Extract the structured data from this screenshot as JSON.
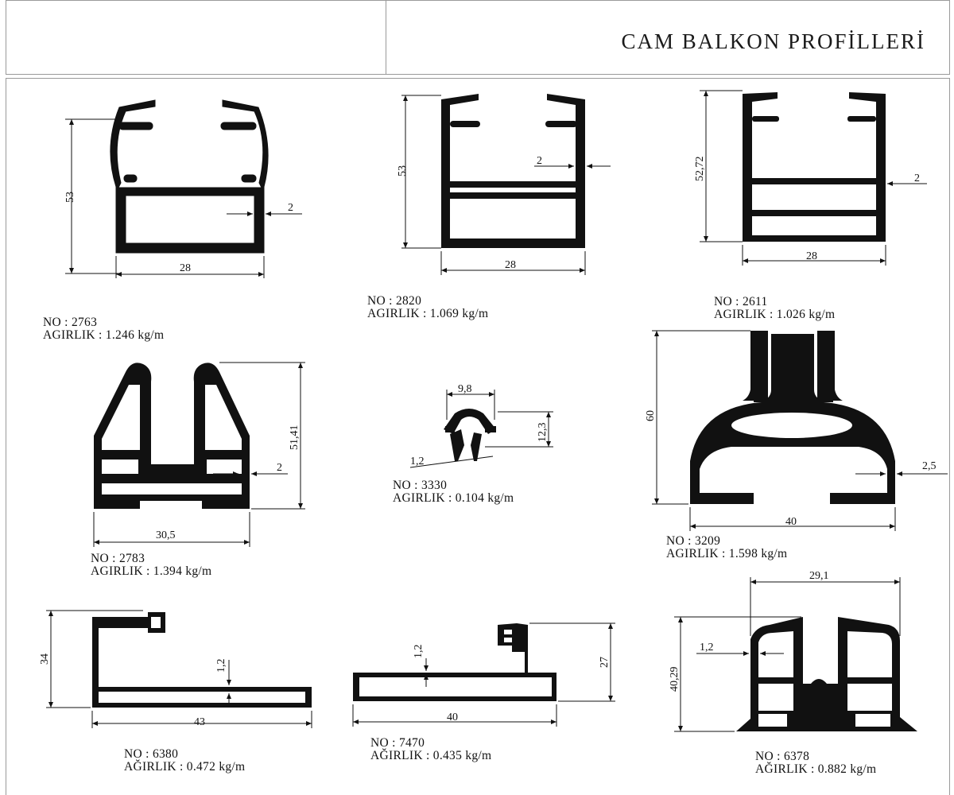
{
  "header": {
    "title": "CAM BALKON PROFİLLERİ"
  },
  "profiles": [
    {
      "no": "NO : 2763",
      "weight": "AGIRLIK : 1.246  kg/m",
      "dims": [
        "53",
        "28",
        "2"
      ]
    },
    {
      "no": "NO : 2820",
      "weight": "AGIRLIK : 1.069  kg/m",
      "dims": [
        "53",
        "28",
        "2"
      ]
    },
    {
      "no": "NO : 2611",
      "weight": "AGIRLIK : 1.026  kg/m",
      "dims": [
        "52,72",
        "28",
        "2"
      ]
    },
    {
      "no": "NO : 2783",
      "weight": "AGIRLIK : 1.394  kg/m",
      "dims": [
        "51,41",
        "30,5",
        "2"
      ]
    },
    {
      "no": "NO : 3330",
      "weight": "AGIRLIK : 0.104  kg/m",
      "dims": [
        "9,8",
        "12,3",
        "1,2"
      ]
    },
    {
      "no": "NO : 3209",
      "weight": "AGIRLIK : 1.598  kg/m",
      "dims": [
        "60",
        "40",
        "2,5"
      ]
    },
    {
      "no": "NO : 6380",
      "weight": "AĞIRLIK : 0.472 kg/m",
      "dims": [
        "34",
        "43",
        "1,2"
      ]
    },
    {
      "no": "NO : 7470",
      "weight": "AĞIRLIK : 0.435 kg/m",
      "dims": [
        "27",
        "40",
        "1,2"
      ]
    },
    {
      "no": "NO : 6378",
      "weight": "AĞIRLIK : 0.882 kg/m",
      "dims": [
        "29,1",
        "40,29",
        "1,2"
      ]
    }
  ]
}
